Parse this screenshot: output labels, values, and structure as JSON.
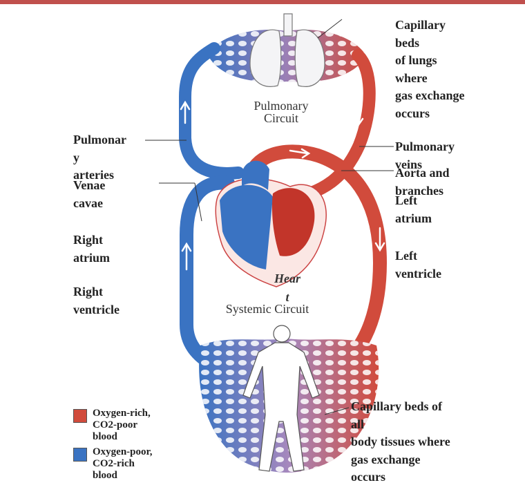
{
  "colors": {
    "oxygen_rich": "#d14b3c",
    "oxygen_poor": "#3a73c2",
    "header_bar": "#c0504d"
  },
  "labels": {
    "capillary_lungs": [
      "Capillary",
      "beds",
      "of lungs",
      "where",
      "gas exchange",
      "occurs"
    ],
    "pulmonary_circuit": [
      "Pulmonary",
      "Circuit"
    ],
    "pulmonary_arteries": [
      "Pulmonar",
      "y",
      "arteries"
    ],
    "pulmonary_veins": [
      "Pulmonary",
      "veins"
    ],
    "aorta": [
      "Aorta and",
      "branches"
    ],
    "venae_cavae": [
      "Venae",
      "cavae"
    ],
    "left_atrium": [
      "Left",
      "atrium"
    ],
    "right_atrium": [
      "Right",
      "atrium"
    ],
    "left_ventricle": [
      "Left",
      "ventricle"
    ],
    "right_ventricle": [
      "Right",
      "ventricle"
    ],
    "heart": [
      "Hear",
      "t"
    ],
    "systemic_circuit": "Systemic Circuit",
    "capillary_body": [
      "Capillary beds of",
      "all",
      "body tissues where",
      "gas exchange",
      "occurs"
    ]
  },
  "legend": [
    {
      "lines": [
        "Oxygen-rich,",
        "CO2-poor",
        "blood"
      ],
      "color": "#d14b3c",
      "icon": "red-square"
    },
    {
      "lines": [
        "Oxygen-poor,",
        "CO2-rich",
        "blood"
      ],
      "color": "#3a73c2",
      "icon": "blue-square"
    }
  ]
}
